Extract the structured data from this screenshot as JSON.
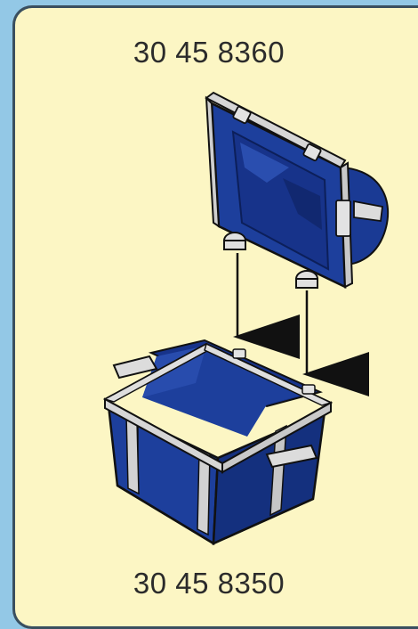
{
  "lid": {
    "part_number": "30 45 8360"
  },
  "box": {
    "part_number": "30 45 8350"
  },
  "colors": {
    "background_frame": "#93c8e6",
    "panel": "#fcf6c4",
    "plastic_blue": "#1d3f9c",
    "plastic_blue_dark": "#0f2465",
    "rim_grey": "#d6d6d6",
    "outline": "#1a1a1a"
  },
  "icons": [
    "lid-part",
    "crate-part",
    "down-arrow-icon"
  ]
}
